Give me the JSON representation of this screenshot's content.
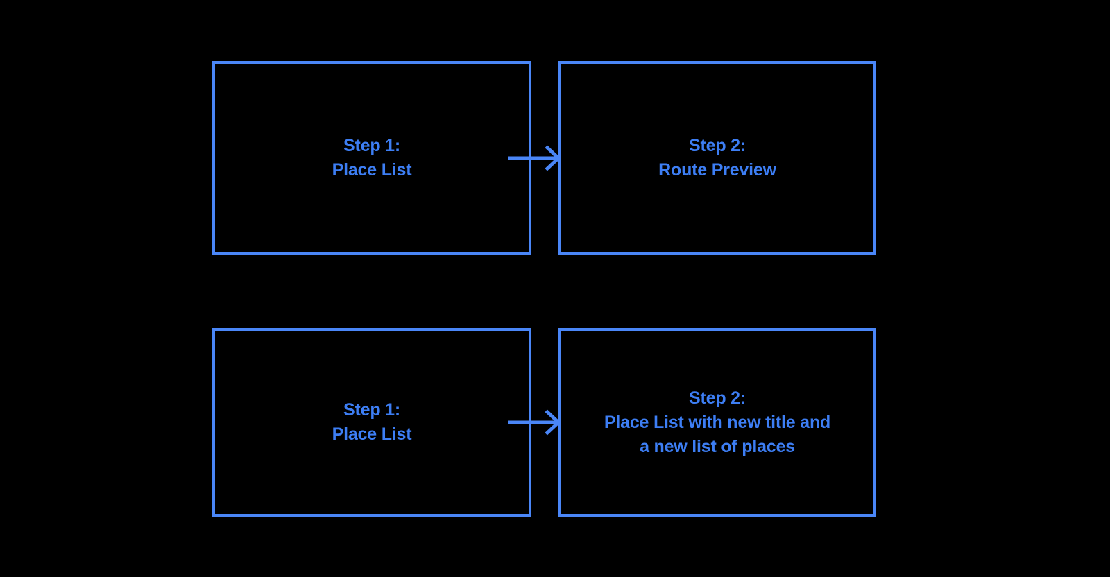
{
  "diagram": {
    "background_color": "#000000",
    "accent_color": "#4a86f7",
    "text_color": "#3d7ef4",
    "flows": [
      {
        "id": "flow-1",
        "from": {
          "title": "Step 1:",
          "subtitle": "Place List",
          "label": "Step 1:\nPlace List"
        },
        "connector": {
          "icon": "arrow-right-icon",
          "direction": "right"
        },
        "to": {
          "title": "Step 2:",
          "subtitle": "Route Preview",
          "label": "Step 2:\nRoute Preview"
        }
      },
      {
        "id": "flow-2",
        "from": {
          "title": "Step 1:",
          "subtitle": "Place List",
          "label": "Step 1:\nPlace List"
        },
        "connector": {
          "icon": "arrow-right-icon",
          "direction": "right"
        },
        "to": {
          "title": "Step 2:",
          "subtitle": "Place List with new title and a new list of places",
          "label": "Step 2:\nPlace List with new title and\na new list of places"
        }
      }
    ]
  }
}
